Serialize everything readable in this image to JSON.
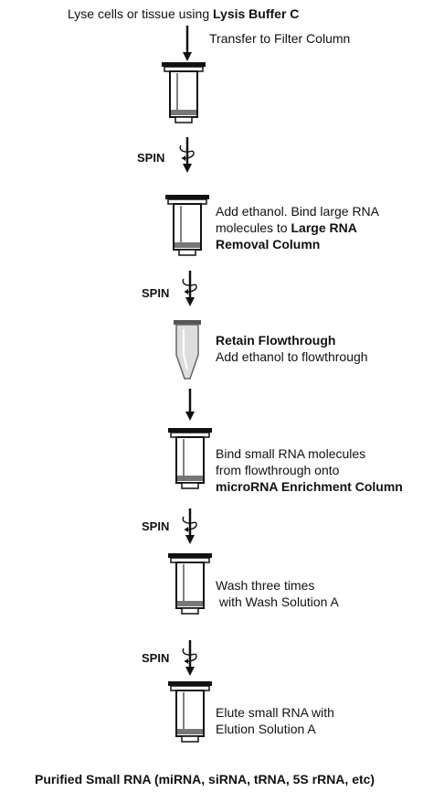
{
  "steps": {
    "lyse": {
      "text": "Lyse cells or tissue using ",
      "bold": "Lysis Buffer C"
    },
    "transfer": "Transfer to Filter Column",
    "spin_label": "SPIN",
    "add_ethanol": {
      "line1": "Add ethanol.  Bind large RNA",
      "line2_prefix": "molecules to ",
      "line2_bold": "Large RNA",
      "line3_bold": "Removal Column"
    },
    "retain": {
      "title": "Retain Flowthrough",
      "subtitle": "Add ethanol to flowthrough"
    },
    "bind_small": {
      "line1": "Bind small RNA molecules",
      "line2": "from flowthrough onto",
      "line3_bold": "microRNA Enrichment Column"
    },
    "wash": {
      "line1": "Wash three times",
      "line2": " with Wash Solution A"
    },
    "elute": {
      "line1": "Elute small RNA with",
      "line2": "Elution Solution A"
    }
  },
  "footer": "Purified Small RNA (miRNA, siRNA, tRNA, 5S rRNA, etc)"
}
